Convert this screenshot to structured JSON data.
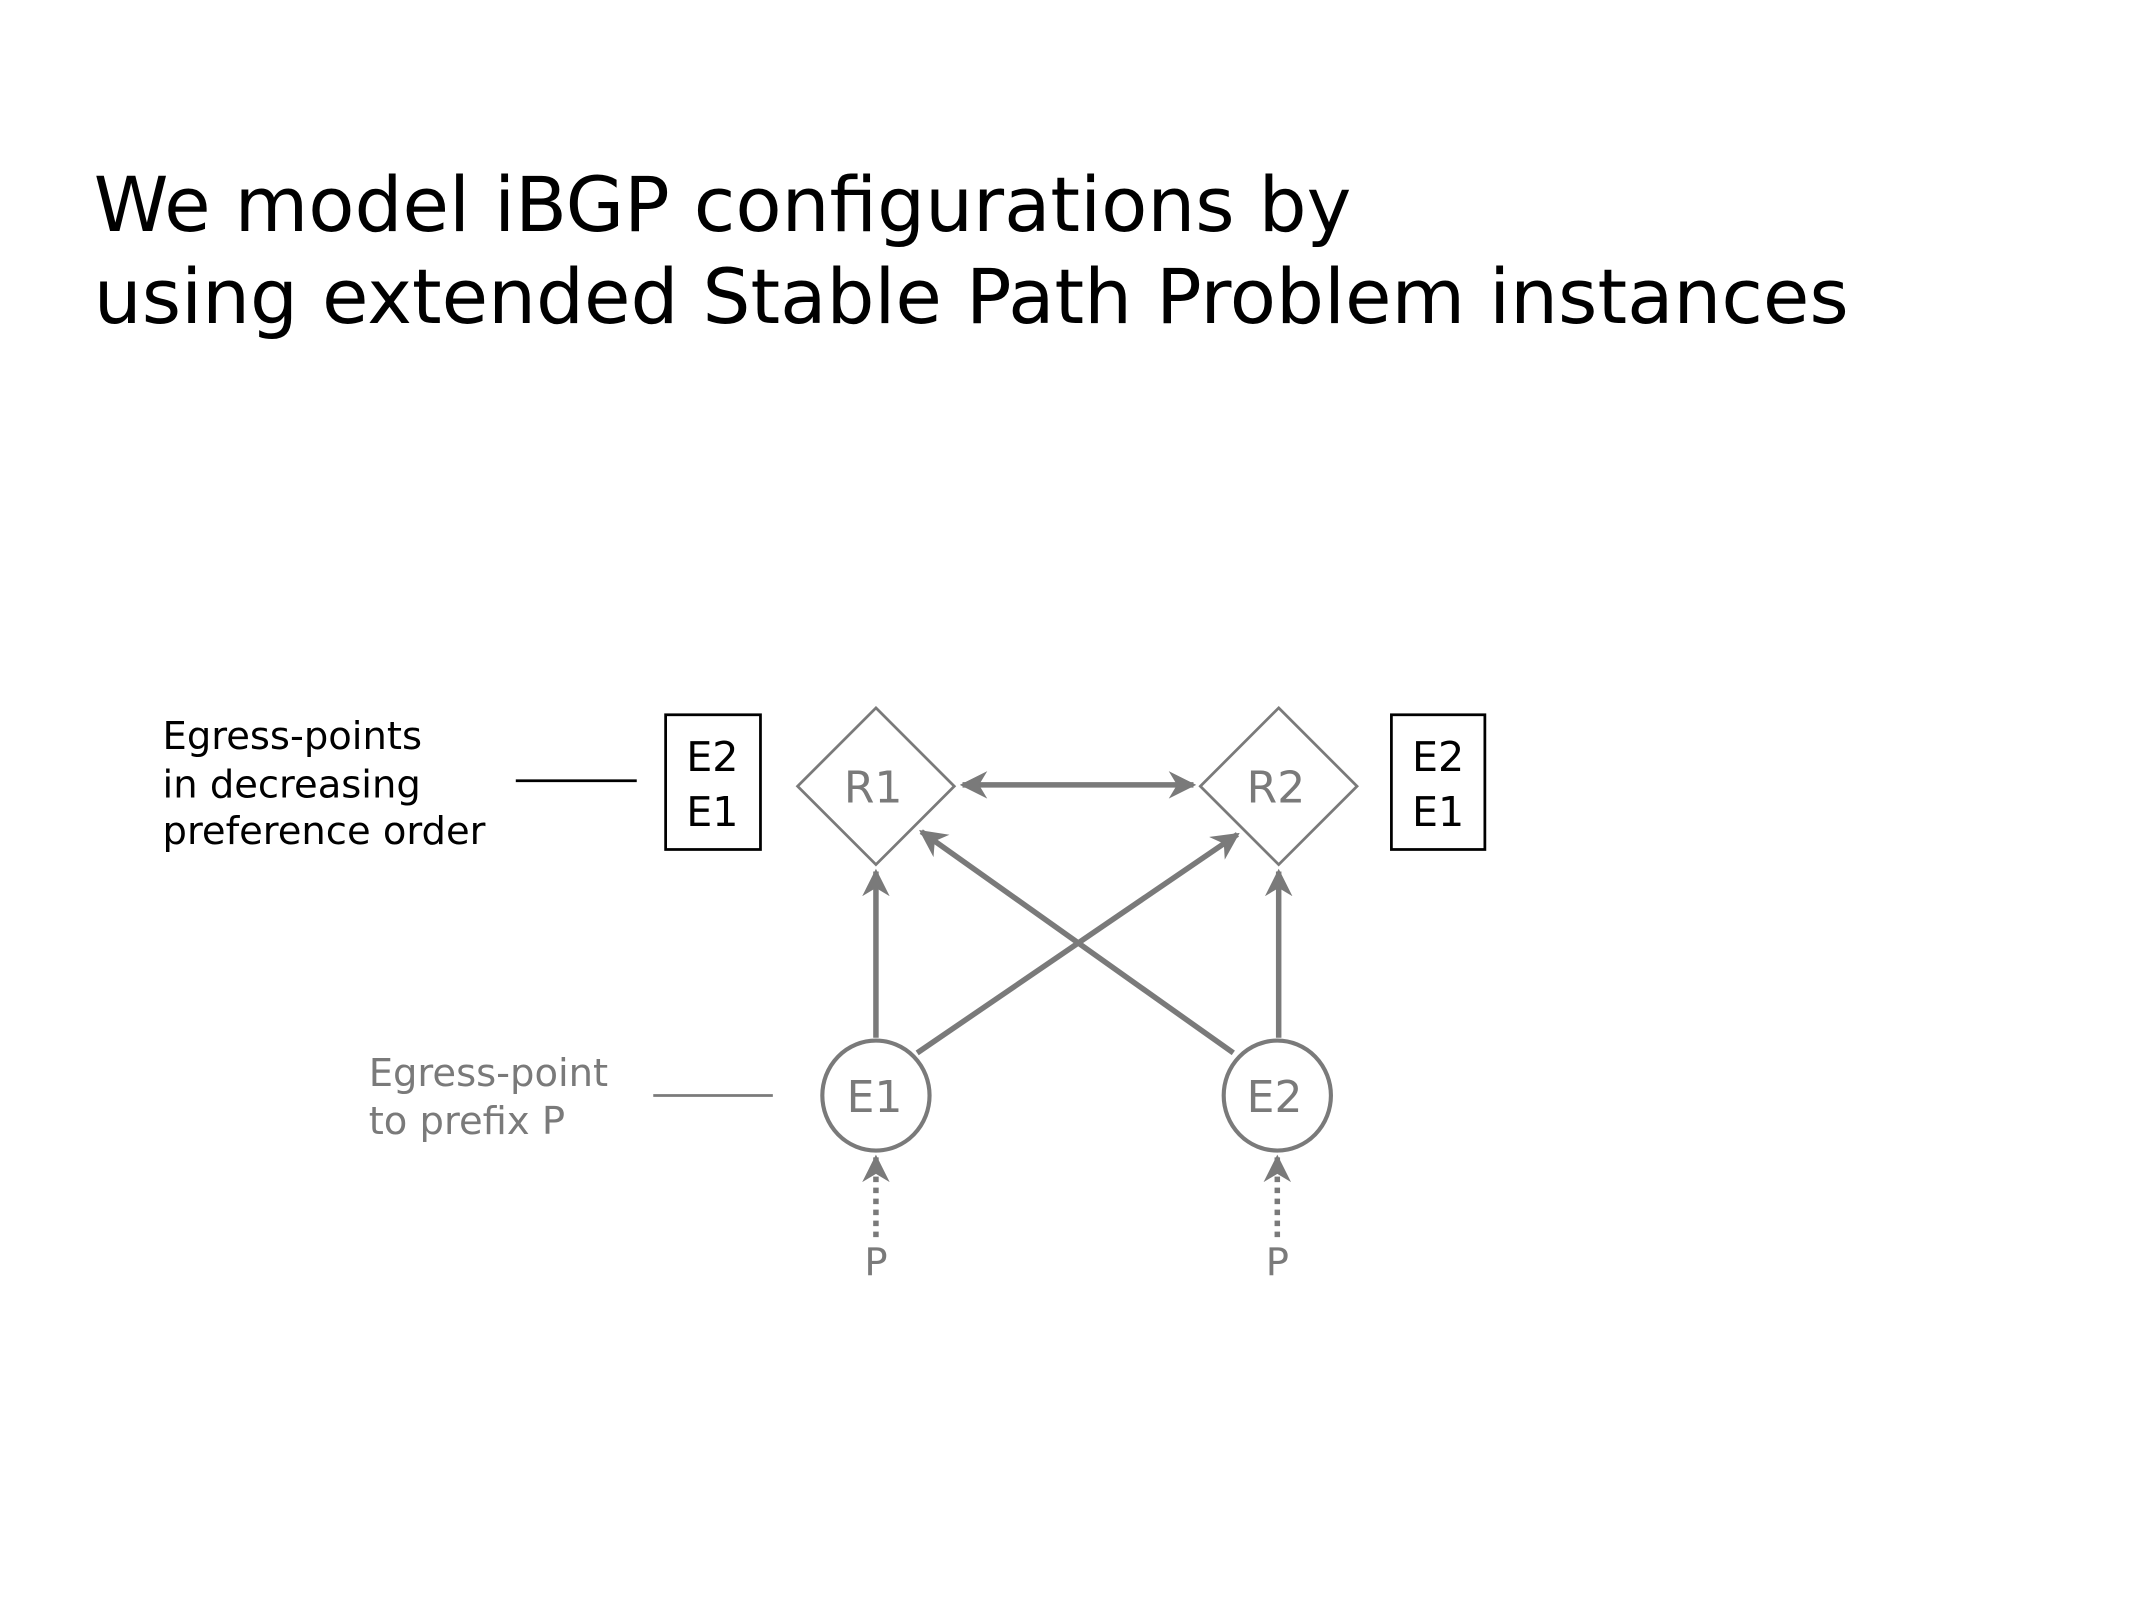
{
  "title": {
    "line1": "We model iBGP configurations by",
    "line2": "using extended Stable Path Problem instances"
  },
  "diagram": {
    "pref_label": [
      "Egress-points",
      "in decreasing",
      "preference order"
    ],
    "egress_label": [
      "Egress-point",
      "to prefix P"
    ],
    "routers": [
      {
        "name": "R1",
        "preferences": [
          "E2",
          "E1"
        ]
      },
      {
        "name": "R2",
        "preferences": [
          "E2",
          "E1"
        ]
      }
    ],
    "egress_points": [
      "E1",
      "E2"
    ],
    "prefix": "P",
    "colors": {
      "node": "#7a7a7a",
      "text": "#000000"
    }
  }
}
